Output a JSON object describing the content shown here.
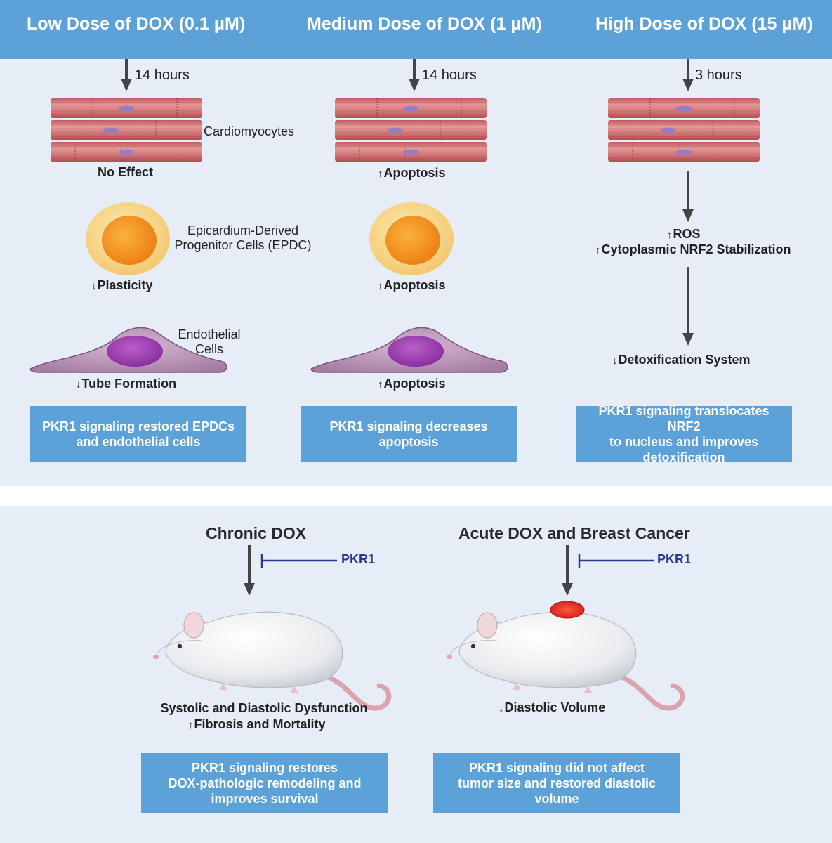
{
  "header": {
    "low_dose": "Low Dose of DOX (0.1 μM)",
    "medium_dose": "Medium Dose of DOX (1 μM)",
    "high_dose": "High Dose of DOX (15 μM)"
  },
  "low": {
    "time": "14 hours",
    "cardiomyocytes_label": "Cardiomyocytes",
    "cardio_effect": "No Effect",
    "epdc_label_line1": "Epicardium-Derived",
    "epdc_label_line2": "Progenitor Cells (EPDC)",
    "epdc_effect": "Plasticity",
    "endothelial_label_line1": "Endothelial",
    "endothelial_label_line2": "Cells",
    "endothelial_effect": "Tube Formation",
    "summary": "PKR1 signaling restored EPDCs\nand endothelial cells"
  },
  "medium": {
    "time": "14 hours",
    "cardio_effect": "Apoptosis",
    "epdc_effect": "Apoptosis",
    "endothelial_effect": "Apoptosis",
    "summary": "PKR1 signaling decreases\napoptosis"
  },
  "high": {
    "time": "3 hours",
    "ros": "ROS",
    "nrf2": "Cytoplasmic NRF2 Stabilization",
    "detox": "Detoxification System",
    "summary": "PKR1 signaling translocates NRF2\nto nucleus and improves\ndetoxification"
  },
  "chronic": {
    "title": "Chronic DOX",
    "inhibitor": "PKR1",
    "effect_line1": "Systolic and Diastolic Dysfunction",
    "effect_line2": "Fibrosis and Mortality",
    "summary": "PKR1 signaling restores\nDOX-pathologic remodeling and\nimproves survival"
  },
  "acute": {
    "title": "Acute DOX and Breast Cancer",
    "inhibitor": "PKR1",
    "effect": "Diastolic Volume",
    "summary": "PKR1 signaling did not affect\ntumor size and restored diastolic\nvolume"
  },
  "symbols": {
    "up": "↑",
    "down": "↓"
  },
  "colors": {
    "header_blue": "#5ca2d8",
    "panel_bg": "#e7edf7",
    "muscle": "#d4797a",
    "nucleus_violet": "#9a7bbf",
    "epdc_outer": "#f8d98a",
    "epdc_inner": "#f39a25",
    "endo_body": "#b893b4",
    "endo_nucleus": "#9b3fb0",
    "inhibitor_blue": "#2b3a8c",
    "tumor_red": "#e3322a"
  }
}
